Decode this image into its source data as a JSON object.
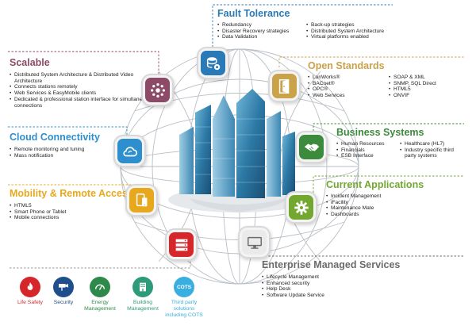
{
  "colors": {
    "fault_tolerance": "#2a7ab8",
    "scalable": "#8c4a66",
    "open_standards": "#c9a24a",
    "cloud_connectivity": "#2e8fce",
    "business_systems": "#3c8a3c",
    "mobility": "#e8a81e",
    "current_applications": "#72a830",
    "enterprise": "#6b6b6b",
    "life_safety": "#d7262a",
    "security": "#1f4e8c",
    "energy": "#2e8a4a",
    "building": "#2d9a7a",
    "cots": "#39aee0"
  },
  "sections": {
    "fault_tolerance": {
      "title": "Fault Tolerance",
      "icon": "database-server-icon",
      "col1": [
        "Redundancy",
        "Disaster Recovery strategies",
        "Data Validation"
      ],
      "col2": [
        "Back-up strategies",
        "Distributed System Architecture",
        "Virtual platforms enabled"
      ]
    },
    "scalable": {
      "title": "Scalable",
      "icon": "network-hub-icon",
      "items": [
        "Distributed System Architecture & Distributed Video Architecture",
        "Connects stations remotely",
        "Web Services & EasyMobile clients",
        "Dedicated & professional station interface for simultaneous connections"
      ]
    },
    "open_standards": {
      "title": "Open Standards",
      "icon": "open-door-icon",
      "col1": [
        "LonWorks®",
        "BACnet®",
        "OPC®",
        "Web Services"
      ],
      "col2": [
        "SOAP & XML",
        "SNMP, SQL Direct",
        "HTML5",
        "ONVIF"
      ]
    },
    "cloud_connectivity": {
      "title": "Cloud Connectivity",
      "icon": "cloud-sync-icon",
      "items": [
        "Remote monitoring and tuning",
        "Mass notification"
      ]
    },
    "business_systems": {
      "title": "Business Systems",
      "icon": "handshake-icon",
      "col1": [
        "Human Resources",
        "Financials",
        "ESB Interface"
      ],
      "col2": [
        "Healthcare (HL7)",
        "Industry specific third party systems"
      ]
    },
    "mobility": {
      "title": "Mobility & Remote Access",
      "icon": "mobile-tablet-icon",
      "items": [
        "HTML5",
        "Smart Phone or Tablet",
        "Mobile connections"
      ]
    },
    "current_applications": {
      "title": "Current Applications",
      "icon": "gear-icon",
      "items": [
        "Incident Management",
        "iFacility",
        "Maintenance Mate",
        "Dashboards"
      ]
    },
    "enterprise": {
      "title": "Enterprise Managed Services",
      "icon": "monitor-display-icon",
      "items": [
        "Lifecycle Management",
        "Enhanced security",
        "Help Desk",
        "Software Update Service"
      ]
    }
  },
  "center": {
    "icon": "server-rack-icon"
  },
  "categories": [
    {
      "label": "Life Safety",
      "icon": "flame-icon",
      "color": "#d7262a"
    },
    {
      "label": "Security",
      "icon": "camera-icon",
      "color": "#1f4e8c"
    },
    {
      "label": "Energy Management",
      "icon": "gauge-icon",
      "color": "#2e8a4a"
    },
    {
      "label": "Building Management",
      "icon": "building-icon",
      "color": "#2d9a7a"
    },
    {
      "label": "Third party solutions including COTS",
      "badge": "COTS",
      "color": "#39aee0"
    }
  ]
}
